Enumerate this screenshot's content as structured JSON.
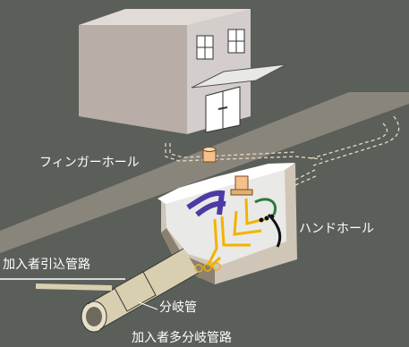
{
  "labels": {
    "finger_hole": "フィンガーホール",
    "hand_hole": "ハンドホール",
    "subscriber_branch_line": "加入者引込管路",
    "branch_pipe": "分岐管",
    "subscriber_multi_branch_line": "加入者多分岐管路"
  },
  "colors": {
    "background": "#5b5f5a",
    "road": "#8a857b",
    "building_wall": "#b9ada8",
    "building_side": "#d3cdcb",
    "pipe": "#d8cfb0",
    "handhole_inner": "#e9e9e7",
    "handhole_wall": "#d0c6b8",
    "cable_yellow": "#f2b300",
    "cable_blue": "#4d3aa3",
    "cable_green": "#2c7b3a",
    "connector_orange": "#f5c08a"
  }
}
